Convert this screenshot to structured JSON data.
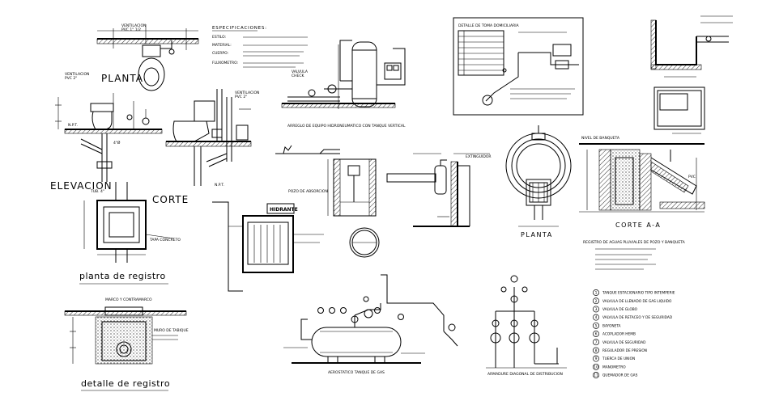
{
  "titles": {
    "planta_top": "PLANTA",
    "elevacion": "ELEVACION",
    "corte_mid": "CORTE",
    "planta_registro": "planta de registro",
    "detalle_registro": "detalle de registro",
    "planta_right": "PLANTA",
    "corte_aa": "CORTE A-A",
    "hidrante": "HIDRANTE",
    "especificaciones": "ESPECIFICACIONES:"
  },
  "spec_lines": [
    "ESTILO:",
    "MATERIAL:",
    "CUERPO:",
    "FLUXOMETRO:"
  ],
  "legend": [
    {
      "num": "1",
      "label": "TANQUE ESTACIONARIO TIPO INTEMPERIE"
    },
    {
      "num": "2",
      "label": "VALVULA DE LLENADO DE GAS LIQUIDO"
    },
    {
      "num": "3",
      "label": "VALVULA DE GLOBO"
    },
    {
      "num": "4",
      "label": "VALVULA DE RETACEO Y DE SEGURIDAD"
    },
    {
      "num": "5",
      "label": "BAYONETA"
    },
    {
      "num": "6",
      "label": "ACOPLADOR HEMB"
    },
    {
      "num": "7",
      "label": "VALVULA DE SEGURIDAD"
    },
    {
      "num": "8",
      "label": "REGULADOR DE PRESION"
    },
    {
      "num": "9",
      "label": "TUERCA DE UNION"
    },
    {
      "num": "10",
      "label": "MANOMETRO"
    },
    {
      "num": "11",
      "label": "QUEMADOR DE GAS"
    }
  ],
  "small_labels": {
    "pozo": "POZO DE ABSORCION",
    "tanque_gas": "AEROSTATICO TANQUE DE GAS",
    "sistema": "ARMADURE DIAGONAL DE DISTRIBUCION",
    "hidroneumatico": "ARREGLO DE EQUIPO HIDRONEUMATICO CON TANQUE VERTICAL",
    "registro_pozo": "REGISTRO DE AGUAS PLUVIALES DE POZO Y BANQUETA",
    "detalle_toma": "DETALLE DE TOMA DOMICILIARIA"
  }
}
